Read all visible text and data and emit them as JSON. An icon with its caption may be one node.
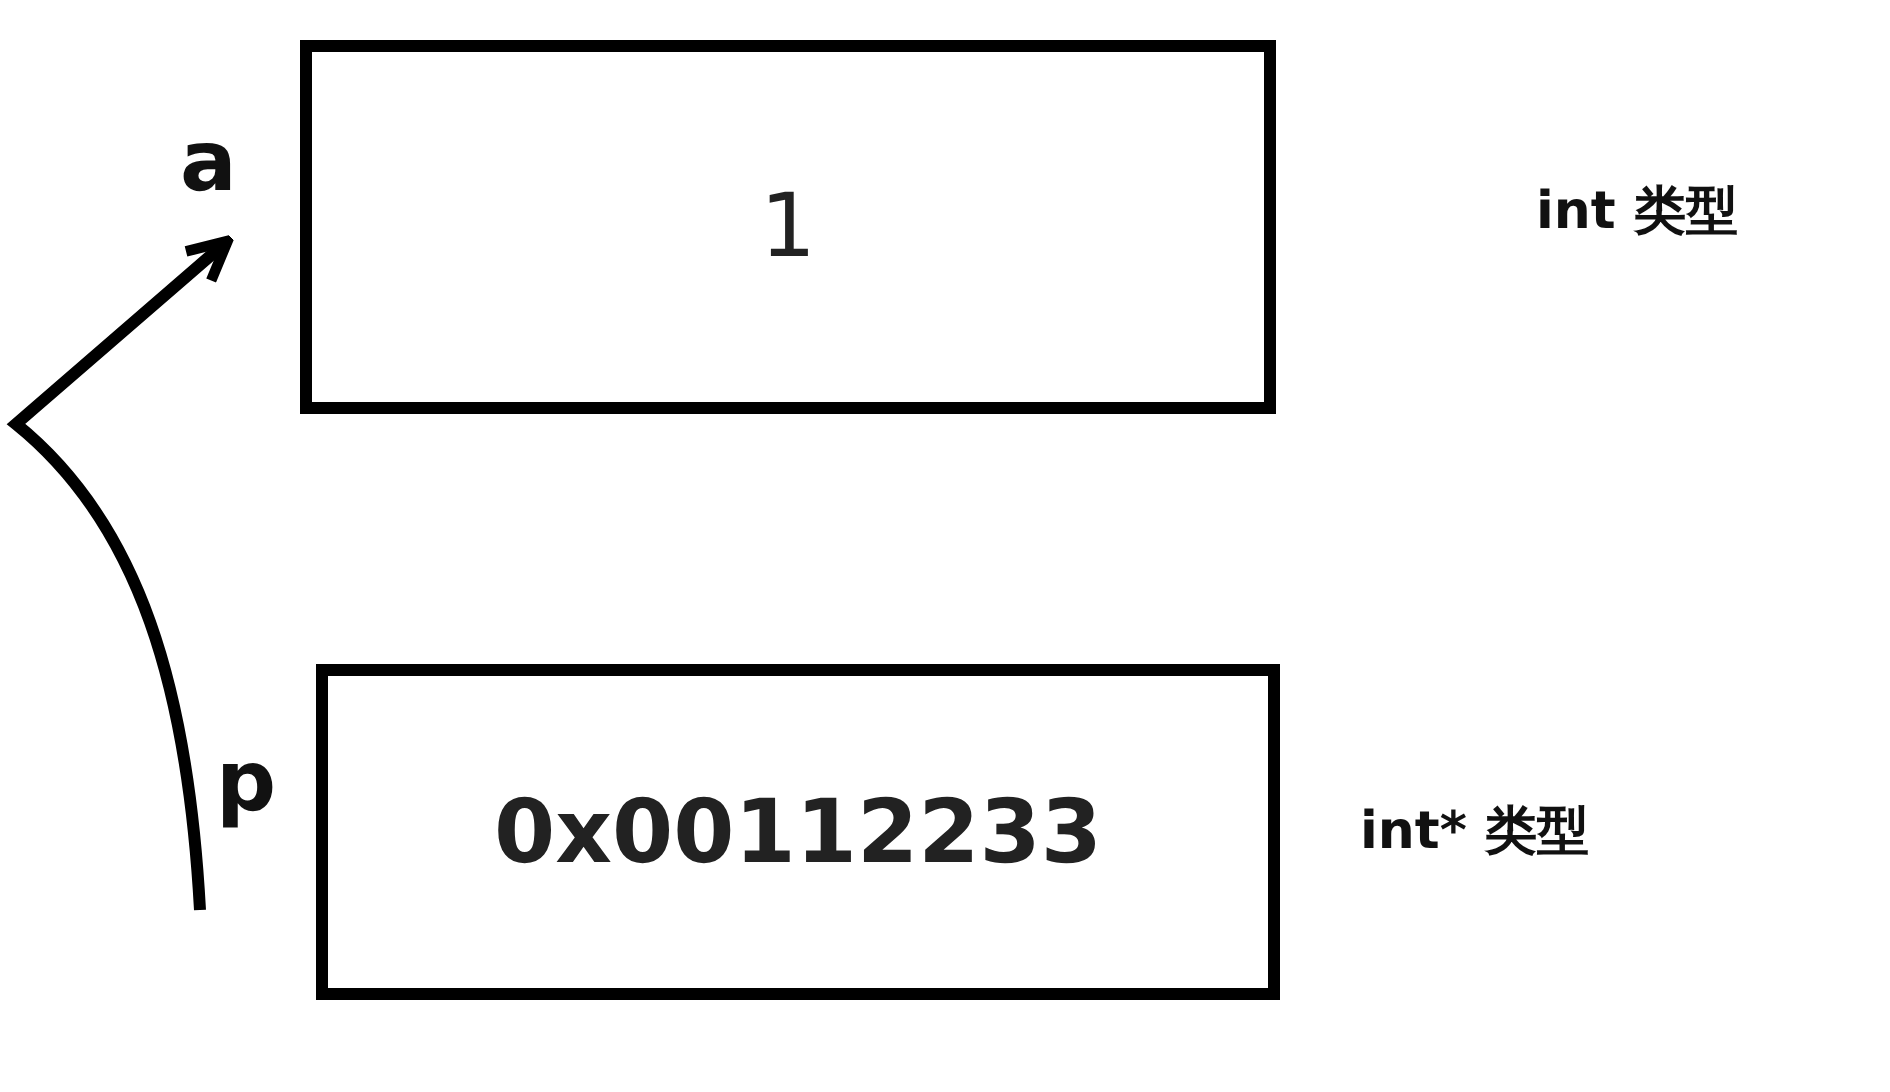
{
  "diagram": {
    "nodes": [
      {
        "text": [
          "1"
        ],
        "beside": [
          "a"
        ]
      },
      {
        "text": [
          "0x00112233"
        ],
        "beside": [
          "p"
        ]
      }
    ],
    "edges": [
      {
        "from": 1,
        "to": 0,
        "arrow": "to"
      }
    ],
    "labels": [
      "int 类型",
      "int* 类型"
    ]
  }
}
